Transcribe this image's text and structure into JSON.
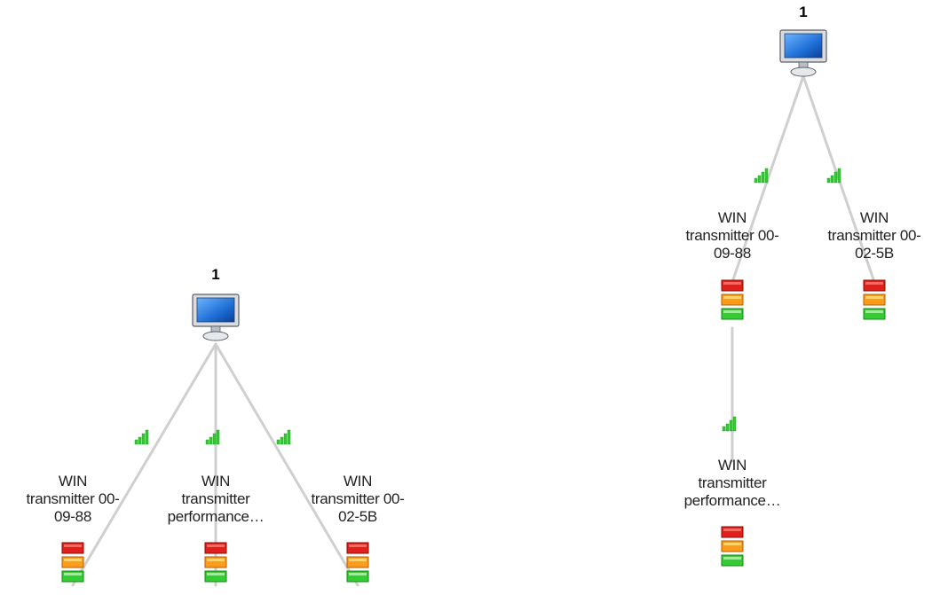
{
  "trees": [
    {
      "root": {
        "label": "1"
      },
      "children": [
        {
          "lines": [
            "WIN",
            "transmitter 00-",
            "09-88"
          ]
        },
        {
          "lines": [
            "WIN",
            "transmitter",
            "performance…"
          ]
        },
        {
          "lines": [
            "WIN",
            "transmitter 00-",
            "02-5B"
          ]
        }
      ]
    },
    {
      "root": {
        "label": "1"
      },
      "children": [
        {
          "lines": [
            "WIN",
            "transmitter 00-",
            "09-88"
          ]
        },
        {
          "lines": [
            "WIN",
            "transmitter 00-",
            "02-5B"
          ]
        },
        {
          "lines": [
            "WIN",
            "transmitter",
            "performance…"
          ]
        }
      ]
    }
  ],
  "colors": {
    "link": "#cfcfcf",
    "signal": "#3cc43c",
    "status_red": "#e0201a",
    "status_orange": "#ff9a1a",
    "status_green": "#33cc33",
    "monitor_screen": "#1e6fd6"
  },
  "icons": [
    "monitor-icon",
    "signal-strength-icon",
    "status-bar-icon"
  ]
}
